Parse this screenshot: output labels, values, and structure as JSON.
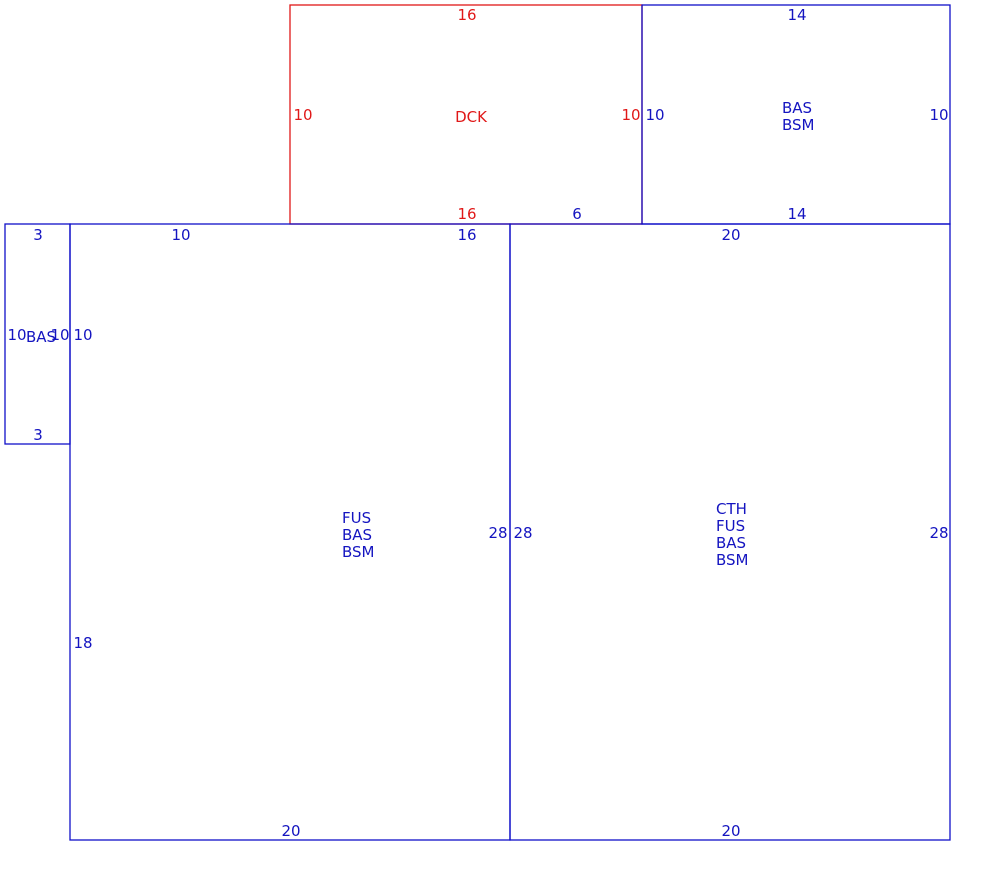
{
  "colors": {
    "main": "#1414c0",
    "deck": "#e01818",
    "background": "#ffffff"
  },
  "dck": {
    "top": "16",
    "bottom": "16",
    "left": "10",
    "right": "10",
    "label": "DCK"
  },
  "upper_right": {
    "top": "14",
    "bottom": "14",
    "left": "10",
    "right": "10",
    "codes": [
      "BAS",
      "BSM"
    ]
  },
  "small_left": {
    "top": "3",
    "bottom": "3",
    "left": "10",
    "right": "10",
    "label": "BAS"
  },
  "left_block": {
    "top_left": "10",
    "top_right": "16",
    "gap": "6",
    "left_upper": "10",
    "left_lower": "18",
    "right": "28",
    "bottom": "20",
    "codes": [
      "FUS",
      "BAS",
      "BSM"
    ]
  },
  "right_block": {
    "top": "20",
    "left": "28",
    "right": "28",
    "bottom": "20",
    "codes": [
      "CTH",
      "FUS",
      "BAS",
      "BSM"
    ]
  }
}
